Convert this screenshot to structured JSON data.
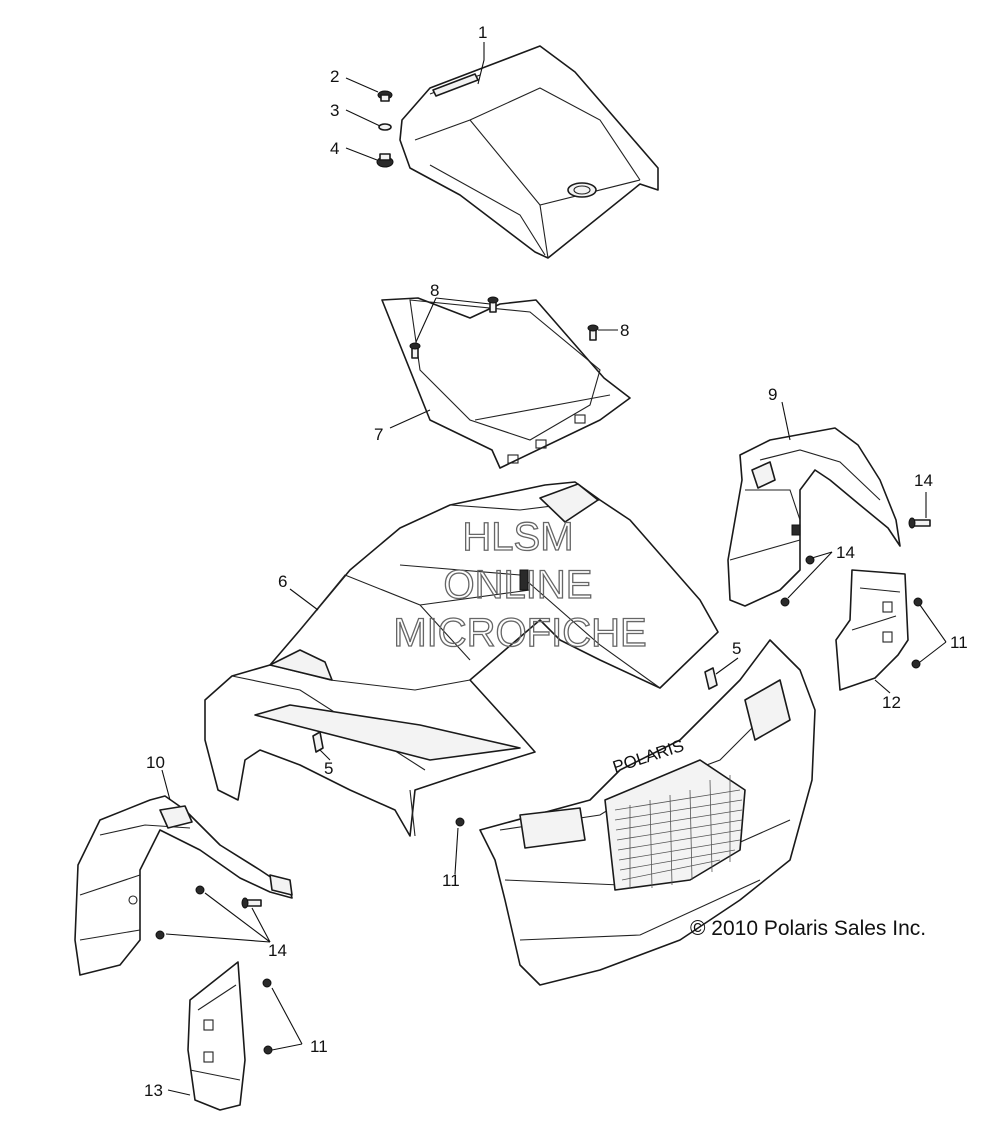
{
  "watermark": {
    "line1": "HLSM",
    "line2": "ONLINE",
    "line3": "MICROFICHE"
  },
  "copyright": "© 2010 Polaris Sales Inc.",
  "grille_lettering": "POLARIS",
  "callouts": [
    {
      "id": "c1",
      "label": "1"
    },
    {
      "id": "c2",
      "label": "2"
    },
    {
      "id": "c3",
      "label": "3"
    },
    {
      "id": "c4",
      "label": "4"
    },
    {
      "id": "c5a",
      "label": "5"
    },
    {
      "id": "c5b",
      "label": "5"
    },
    {
      "id": "c6",
      "label": "6"
    },
    {
      "id": "c7",
      "label": "7"
    },
    {
      "id": "c8a",
      "label": "8"
    },
    {
      "id": "c8b",
      "label": "8"
    },
    {
      "id": "c9",
      "label": "9"
    },
    {
      "id": "c10",
      "label": "10"
    },
    {
      "id": "c11a",
      "label": "11"
    },
    {
      "id": "c11b",
      "label": "11"
    },
    {
      "id": "c11c",
      "label": "11"
    },
    {
      "id": "c12",
      "label": "12"
    },
    {
      "id": "c13",
      "label": "13"
    },
    {
      "id": "c14a",
      "label": "14"
    },
    {
      "id": "c14b",
      "label": "14"
    },
    {
      "id": "c14c",
      "label": "14"
    }
  ]
}
